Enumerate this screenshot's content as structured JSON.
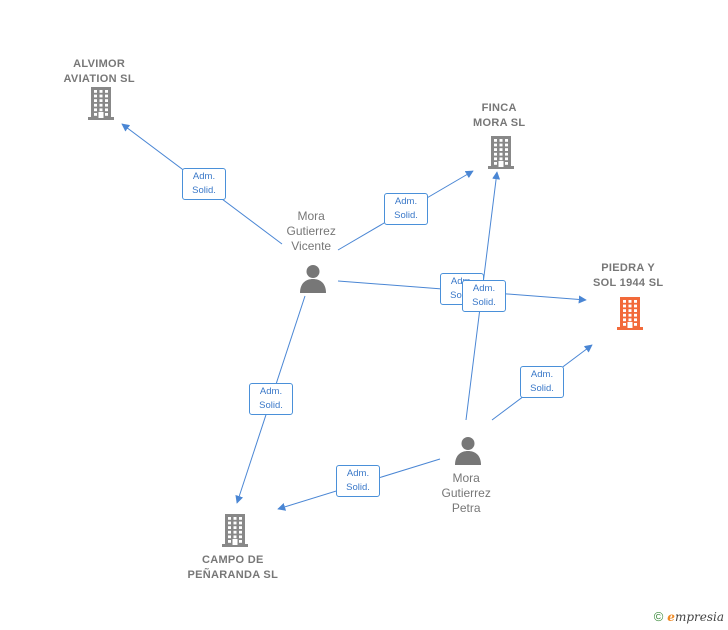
{
  "companies": [
    {
      "id": "alvimor",
      "lines": [
        "ALVIMOR",
        "AVIATION  SL"
      ],
      "color": "#888888"
    },
    {
      "id": "finca",
      "lines": [
        "FINCA",
        "MORA SL"
      ],
      "color": "#888888"
    },
    {
      "id": "piedra",
      "lines": [
        "PIEDRA Y",
        "SOL 1944  SL"
      ],
      "color": "#f26a3a"
    },
    {
      "id": "campo",
      "lines": [
        "CAMPO DE",
        "PEÑARANDA SL"
      ],
      "color": "#888888"
    }
  ],
  "persons": [
    {
      "id": "vicente",
      "lines": [
        "Mora",
        "Gutierrez",
        "Vicente"
      ],
      "color": "#777777"
    },
    {
      "id": "petra",
      "lines": [
        "Mora",
        "Gutierrez",
        "Petra"
      ],
      "color": "#777777"
    }
  ],
  "relations": [
    {
      "from": "vicente",
      "to": "alvimor",
      "label": [
        "Adm.",
        "Solid."
      ]
    },
    {
      "from": "vicente",
      "to": "finca",
      "label": [
        "Adm.",
        "Solid."
      ]
    },
    {
      "from": "vicente",
      "to": "piedra",
      "label": [
        "Adm.",
        "Solid."
      ]
    },
    {
      "from": "vicente",
      "to": "campo",
      "label": [
        "Adm.",
        "Solid."
      ]
    },
    {
      "from": "petra",
      "to": "finca",
      "label": [
        "Adm.",
        "Solid."
      ]
    },
    {
      "from": "petra",
      "to": "piedra",
      "label": [
        "Adm.",
        "Solid."
      ]
    },
    {
      "from": "petra",
      "to": "campo",
      "label": [
        "Adm.",
        "Solid."
      ]
    }
  ],
  "edge_color": "#4a86d4",
  "footer": {
    "copyright": "©",
    "brand_initial": "e",
    "brand_rest": "mpresia"
  }
}
